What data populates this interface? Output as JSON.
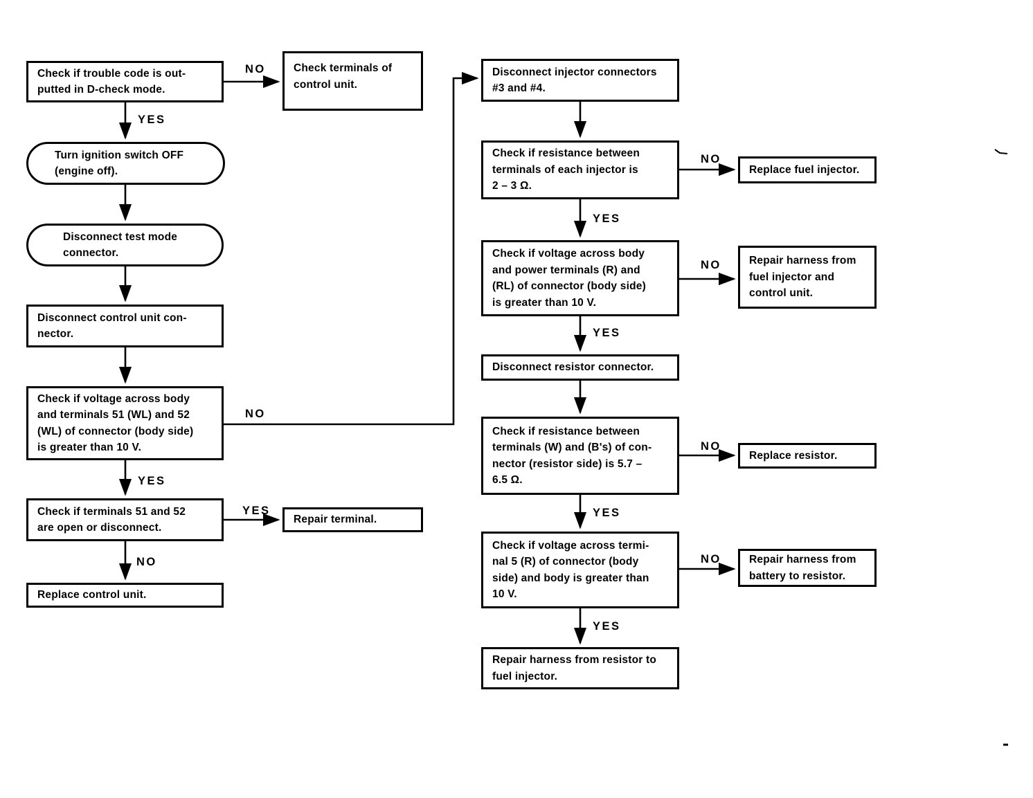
{
  "page": {
    "background": "#ffffff",
    "ink": "#000000"
  },
  "edge_labels": {
    "yes": "YES",
    "no": "NO"
  },
  "nodes": {
    "check_trouble_code": "Check if trouble code is out-\nputted in D-check mode.",
    "check_terminals_control_unit": "Check terminals of\ncontrol unit.",
    "turn_ignition_off": "Turn ignition switch OFF\n(engine off).",
    "disconnect_test_mode": "Disconnect test mode\nconnector.",
    "disconnect_control_unit": "Disconnect control unit con-\nnector.",
    "check_voltage_51_52": "Check if voltage across body\nand terminals 51 (WL) and 52\n(WL) of connector (body side)\nis greater than 10 V.",
    "check_terminals_51_52_open": "Check if terminals 51 and 52\nare open or disconnect.",
    "repair_terminal": "Repair terminal.",
    "replace_control_unit": "Replace control unit.",
    "disconnect_injector_connectors": "Disconnect injector connectors\n#3 and #4.",
    "check_resistance_injector": "Check if resistance between\nterminals of each injector is\n2 – 3 Ω.",
    "replace_fuel_injector": "Replace fuel injector.",
    "check_voltage_power_terminals": "Check if voltage across body\nand power terminals (R) and\n(RL) of connector (body side)\nis greater than 10 V.",
    "repair_harness_injector_cu": "Repair harness from\nfuel injector and\ncontrol unit.",
    "disconnect_resistor_connector": "Disconnect resistor connector.",
    "check_resistance_resistor": "Check if resistance between\nterminals (W) and (B's) of con-\nnector (resistor side) is 5.7 –\n6.5 Ω.",
    "replace_resistor": "Replace resistor.",
    "check_voltage_terminal5": "Check if voltage across termi-\nnal 5 (R) of connector (body\nside) and body is greater than\n10 V.",
    "repair_harness_battery_resistor": "Repair harness from\nbattery to resistor.",
    "repair_harness_resistor_injector": "Repair harness from resistor to\nfuel injector."
  }
}
